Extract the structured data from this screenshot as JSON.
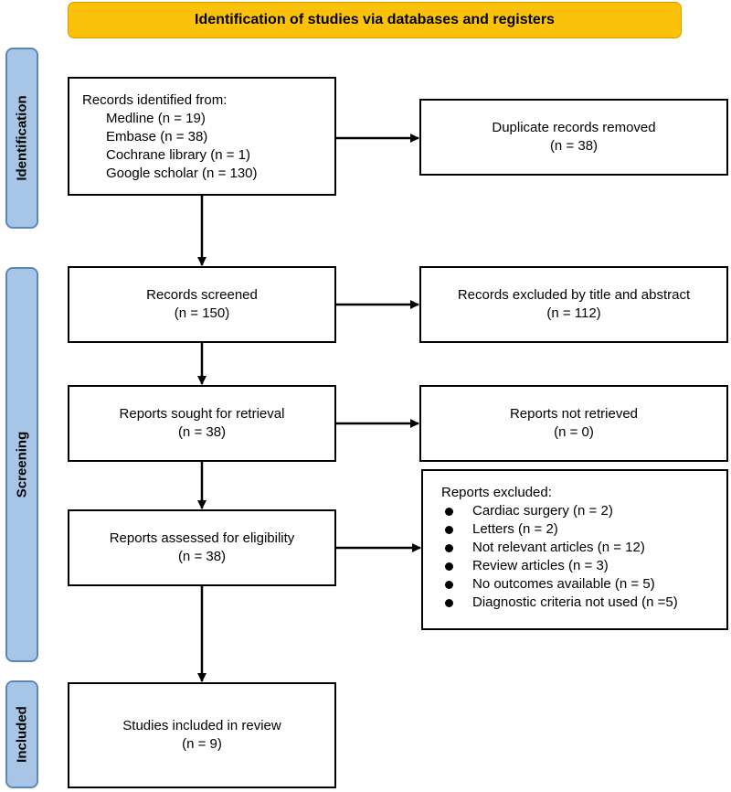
{
  "header": {
    "title": "Identification of studies via databases and registers"
  },
  "phases": {
    "identification": "Identification",
    "screening": "Screening",
    "included": "Included"
  },
  "boxes": {
    "identified": {
      "title": "Records identified from:",
      "sources": [
        "Medline (n = 19)",
        "Embase (n = 38)",
        "Cochrane library (n = 1)",
        "Google scholar (n = 130)"
      ]
    },
    "duplicates": {
      "label": "Duplicate records removed",
      "count": "(n = 38)"
    },
    "screened": {
      "label": "Records screened",
      "count": "(n = 150)"
    },
    "excluded_title": {
      "label": "Records excluded by title and abstract",
      "count": "(n = 112)"
    },
    "sought": {
      "label": "Reports sought for retrieval",
      "count": "(n = 38)"
    },
    "not_retrieved": {
      "label": "Reports not retrieved",
      "count": "(n = 0)"
    },
    "assessed": {
      "label": "Reports assessed for eligibility",
      "count": "(n = 38)"
    },
    "reports_excluded": {
      "title": "Reports excluded:",
      "reasons": [
        "Cardiac surgery (n = 2)",
        "Letters (n = 2)",
        "Not relevant articles (n = 12)",
        "Review articles (n = 3)",
        "No outcomes available (n = 5)",
        "Diagnostic criteria not used (n =5)"
      ]
    },
    "included": {
      "label": "Studies included in review",
      "count": "(n = 9)"
    }
  },
  "colors": {
    "header_fill": "#fcc20a",
    "phase_fill": "#a7c6e7",
    "phase_border": "#5b86b6"
  }
}
